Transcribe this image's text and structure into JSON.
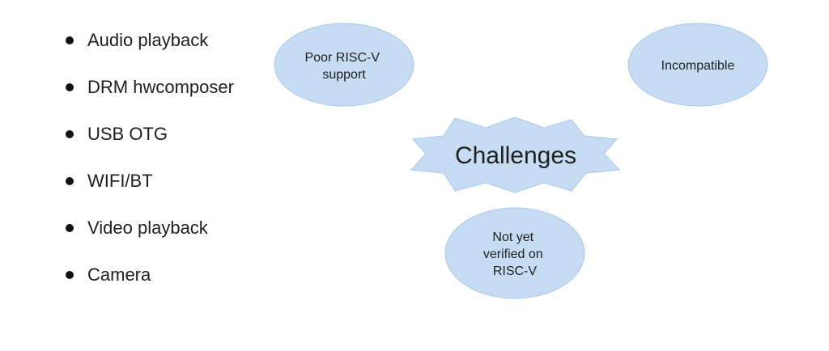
{
  "bullets": [
    "Audio playback",
    "DRM hwcomposer",
    "USB OTG",
    "WIFI/BT",
    "Video playback",
    "Camera"
  ],
  "diagram": {
    "center": "Challenges",
    "ovals": {
      "poor_support": [
        "Poor RISC-V",
        "support"
      ],
      "incompatible": [
        "Incompatible"
      ],
      "not_verified": [
        "Not yet",
        "verified on",
        "RISC-V"
      ]
    }
  },
  "colors": {
    "shape_fill": "#c6dcf3",
    "shape_stroke": "#a9c8ea",
    "text": "#202020",
    "bullet": "#111111"
  }
}
